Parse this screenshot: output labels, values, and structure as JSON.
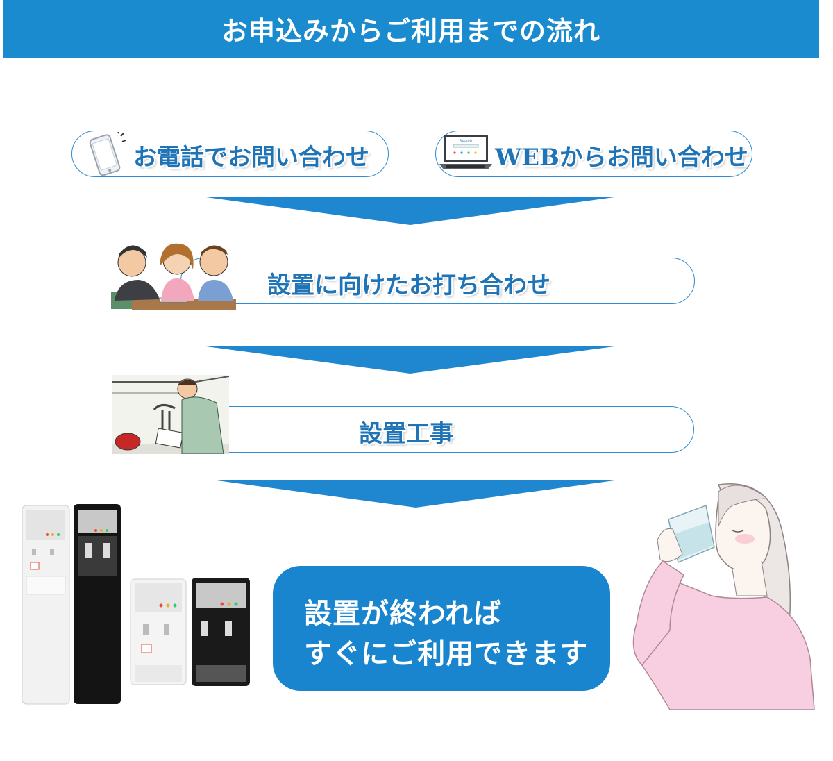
{
  "header": {
    "title": "お申込みからご利用までの流れ"
  },
  "contact": {
    "phone_label": "お電話でお問い合わせ",
    "web_label": "WEBからお問い合わせ",
    "search_text": "Search"
  },
  "steps": [
    {
      "label": "設置に向けたお打ち合わせ"
    },
    {
      "label": "設置工事"
    }
  ],
  "final": {
    "line1": "設置が終われば",
    "line2": "すぐにご利用できます"
  },
  "colors": {
    "header_bg": "#1a8bcf",
    "accent_blue": "#1f74b7",
    "arrow_blue": "#1e87d0",
    "final_bg": "#1a85cf"
  },
  "icons": [
    "smartphone-icon",
    "laptop-icon",
    "meeting-illustration",
    "plumber-illustration",
    "water-server-illustration",
    "woman-drinking-illustration"
  ]
}
